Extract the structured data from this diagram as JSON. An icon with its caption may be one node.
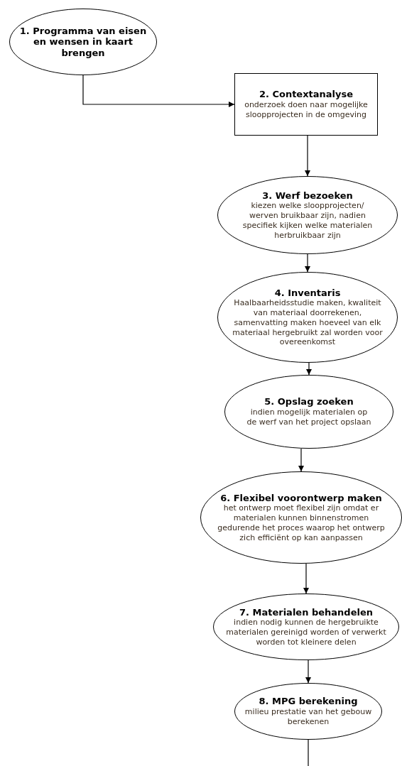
{
  "diagram": {
    "nodes": [
      {
        "text": [
          "1. Programma van eisen en wensen in kaart brengen"
        ]
      },
      {
        "text": [
          "2. Contextanalyse",
          "onderzoek doen naar mogelijke sloopprojecten in de omgeving"
        ]
      },
      {
        "text": [
          "3. Werf bezoeken",
          "kiezen welke sloopprojecten/ werven bruikbaar zijn, nadien specifiek kijken welke materialen herbruikbaar zijn"
        ]
      },
      {
        "text": [
          "4. Inventaris",
          "Haalbaarheidsstudie maken, kwaliteit van materiaal doorrekenen, samenvatting maken hoeveel van elk materiaal hergebruikt zal worden voor overeenkomst"
        ]
      },
      {
        "text": [
          "5. Opslag zoeken",
          "indien mogelijk materialen op de werf van het project opslaan"
        ]
      },
      {
        "text": [
          "6. Flexibel voorontwerp maken",
          "het ontwerp moet flexibel zijn omdat er materialen kunnen binnenstromen gedurende het proces waarop het ontwerp zich efficiënt op kan aanpassen"
        ]
      },
      {
        "text": [
          "7. Materialen behandelen",
          "indien nodig kunnen de hergebruikte materialen gereinigd worden of verwerkt worden tot kleinere delen"
        ]
      },
      {
        "text": [
          "8. MPG berekening",
          "milieu prestatie van het gebouw berekenen"
        ]
      }
    ],
    "edges": [
      {
        "from": 0,
        "to": 1,
        "arrow": "to"
      },
      {
        "from": 1,
        "to": 2,
        "arrow": "to"
      },
      {
        "from": 2,
        "to": 3,
        "arrow": "to"
      },
      {
        "from": 3,
        "to": 4,
        "arrow": "to"
      },
      {
        "from": 4,
        "to": 5,
        "arrow": "to"
      },
      {
        "from": 5,
        "to": 6,
        "arrow": "to"
      },
      {
        "from": 6,
        "to": 7,
        "arrow": "to"
      },
      {
        "from": 7,
        "to": null,
        "arrow": "none"
      }
    ]
  }
}
